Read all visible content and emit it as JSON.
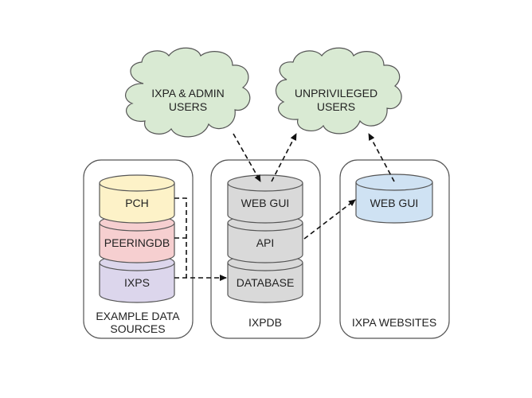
{
  "clouds": [
    {
      "id": "admin",
      "lines": [
        "IXPA & ADMIN",
        "USERS"
      ]
    },
    {
      "id": "unpriv",
      "lines": [
        "UNPRIVILEGED",
        "USERS"
      ]
    }
  ],
  "groups": [
    {
      "id": "sources",
      "label_lines": [
        "EXAMPLE DATA",
        "SOURCES"
      ]
    },
    {
      "id": "ixpdb",
      "label_lines": [
        "IXPDB"
      ]
    },
    {
      "id": "websites",
      "label_lines": [
        "IXPA WEBSITES"
      ]
    }
  ],
  "cylinders": {
    "sources": [
      {
        "label": "PCH",
        "color": "#fdf2c8"
      },
      {
        "label": "PEERINGDB",
        "color": "#f6cfd0"
      },
      {
        "label": "IXPS",
        "color": "#dcd6ec"
      }
    ],
    "ixpdb": [
      {
        "label": "WEB GUI",
        "color": "#d9d9d9"
      },
      {
        "label": "API",
        "color": "#d9d9d9"
      },
      {
        "label": "DATABASE",
        "color": "#d9d9d9"
      }
    ],
    "websites": [
      {
        "label": "WEB GUI",
        "color": "#cfe2f3"
      }
    ]
  },
  "colors": {
    "cloud_fill": "#d9ead3",
    "outline": "#555555",
    "arrow": "#111111"
  },
  "connections": [
    {
      "from": "IXPA & ADMIN USERS",
      "to": "IXPDB WEB GUI"
    },
    {
      "from": "IXPDB WEB GUI",
      "to": "UNPRIVILEGED USERS"
    },
    {
      "from": "IXPA WEBSITES WEB GUI",
      "to": "UNPRIVILEGED USERS"
    },
    {
      "from": "IXPDB API",
      "to": "IXPA WEBSITES WEB GUI"
    },
    {
      "from": "EXAMPLE DATA SOURCES",
      "to": "IXPDB DATABASE"
    }
  ]
}
